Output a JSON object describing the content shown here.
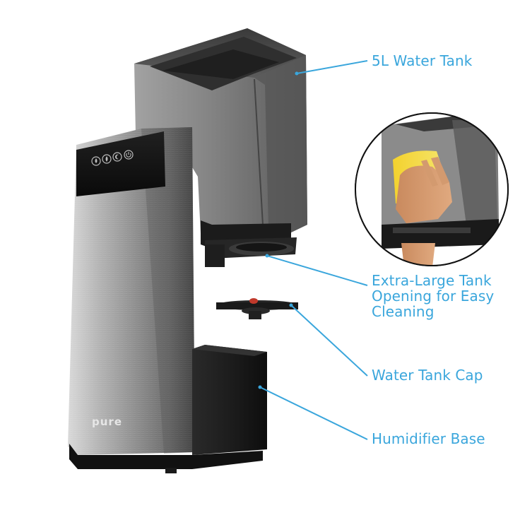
{
  "callouts": {
    "water_tank": "5L Water Tank",
    "opening_line1": "Extra-Large Tank",
    "opening_line2": "Opening for Easy",
    "opening_line3": "Cleaning",
    "tank_cap": "Water Tank Cap",
    "base": "Humidifier Base"
  },
  "brand": "pure",
  "colors": {
    "accent": "#3aa6dc",
    "steel": "#9a9a9a",
    "tank_smoke": "#6e6e6e",
    "base_black": "#1c1c1c"
  },
  "icons": [
    "drop-icon",
    "flame-icon",
    "moon-icon",
    "power-icon"
  ]
}
